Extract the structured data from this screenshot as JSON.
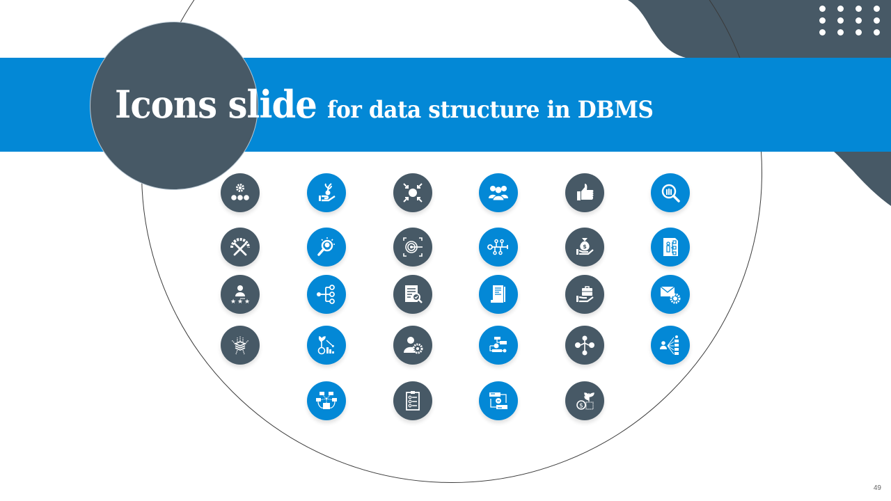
{
  "slide": {
    "title_main": "Icons slide",
    "title_sub": "for  data structure in DBMS",
    "page_number": "49",
    "colors": {
      "accent_blue": "#0388d6",
      "dark_slate": "#475966",
      "background": "#ffffff"
    }
  },
  "icons": [
    {
      "name": "gear-hierarchy-icon",
      "style": "dark",
      "row": 0,
      "col": 0
    },
    {
      "name": "hand-plant-dollar-icon",
      "style": "blue",
      "row": 0,
      "col": 1
    },
    {
      "name": "converging-arrows-chart-icon",
      "style": "dark",
      "row": 0,
      "col": 2
    },
    {
      "name": "user-group-icon",
      "style": "blue",
      "row": 0,
      "col": 3
    },
    {
      "name": "thumbs-up-icon",
      "style": "dark",
      "row": 0,
      "col": 4
    },
    {
      "name": "people-search-icon",
      "style": "blue",
      "row": 0,
      "col": 5
    },
    {
      "name": "gear-tools-icon",
      "style": "dark",
      "row": 1,
      "col": 0
    },
    {
      "name": "idea-bulb-magnifier-icon",
      "style": "blue",
      "row": 1,
      "col": 1
    },
    {
      "name": "target-arrow-icon",
      "style": "dark",
      "row": 1,
      "col": 2
    },
    {
      "name": "timeline-nodes-icon",
      "style": "blue",
      "row": 1,
      "col": 3
    },
    {
      "name": "hand-money-bag-icon",
      "style": "dark",
      "row": 1,
      "col": 4
    },
    {
      "name": "document-flowchart-icon",
      "style": "blue",
      "row": 1,
      "col": 5
    },
    {
      "name": "user-rating-stars-icon",
      "style": "dark",
      "row": 2,
      "col": 0
    },
    {
      "name": "tree-hierarchy-icon",
      "style": "blue",
      "row": 2,
      "col": 1
    },
    {
      "name": "document-review-icon",
      "style": "dark",
      "row": 2,
      "col": 2
    },
    {
      "name": "scroll-document-icon",
      "style": "blue",
      "row": 2,
      "col": 3
    },
    {
      "name": "hand-briefcase-icon",
      "style": "dark",
      "row": 2,
      "col": 4
    },
    {
      "name": "email-settings-icon",
      "style": "blue",
      "row": 2,
      "col": 5
    },
    {
      "name": "data-layers-circuit-icon",
      "style": "dark",
      "row": 3,
      "col": 0
    },
    {
      "name": "plant-declining-chart-icon",
      "style": "blue",
      "row": 3,
      "col": 1
    },
    {
      "name": "user-settings-icon",
      "style": "dark",
      "row": 3,
      "col": 2
    },
    {
      "name": "process-flowchart-icon",
      "style": "blue",
      "row": 3,
      "col": 3
    },
    {
      "name": "hub-network-icon",
      "style": "dark",
      "row": 3,
      "col": 4
    },
    {
      "name": "user-distribution-icon",
      "style": "blue",
      "row": 3,
      "col": 5
    },
    {
      "name": "network-database-icon",
      "style": "blue",
      "row": 4,
      "col": 1
    },
    {
      "name": "clipboard-checklist-icon",
      "style": "dark",
      "row": 4,
      "col": 2
    },
    {
      "name": "server-exchange-icon",
      "style": "blue",
      "row": 4,
      "col": 3
    },
    {
      "name": "dollar-plant-growth-icon",
      "style": "dark",
      "row": 4,
      "col": 4
    }
  ]
}
